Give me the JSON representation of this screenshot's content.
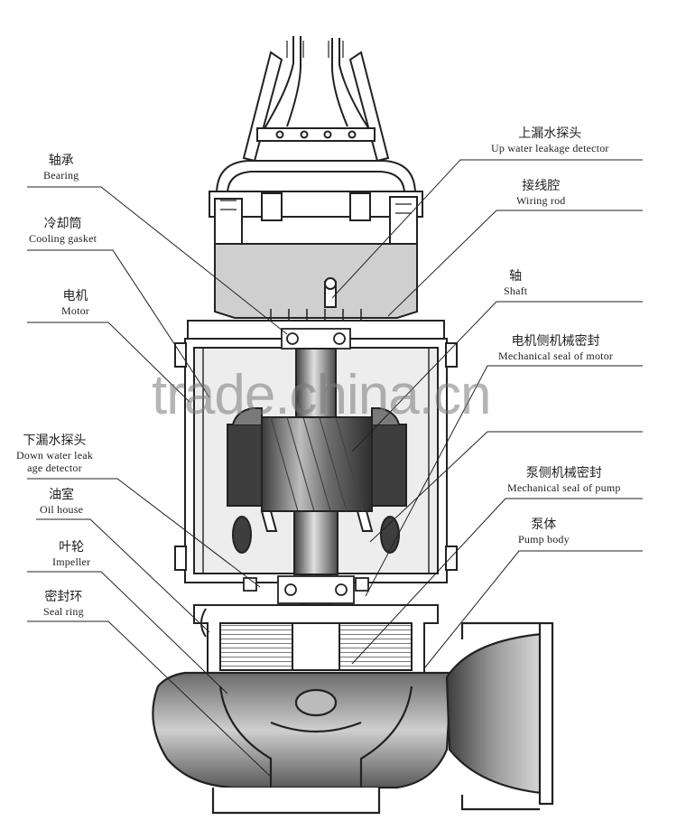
{
  "labels_left": [
    {
      "id": "bearing",
      "zh": "轴承",
      "en": "Bearing"
    },
    {
      "id": "cooling-gasket",
      "zh": "冷却筒",
      "en": "Cooling gasket"
    },
    {
      "id": "motor",
      "zh": "电机",
      "en": "Motor"
    },
    {
      "id": "down-water-leak",
      "zh": "下漏水探头",
      "en": "Down water leak",
      "en2": "age detector"
    },
    {
      "id": "oil-house",
      "zh": "油室",
      "en": "Oil house"
    },
    {
      "id": "impeller",
      "zh": "叶轮",
      "en": "Impeller"
    },
    {
      "id": "seal-ring",
      "zh": "密封环",
      "en": "Seal ring"
    }
  ],
  "labels_right": [
    {
      "id": "up-water-leak",
      "zh": "上漏水探头",
      "en": "Up water leakage detector"
    },
    {
      "id": "wiring-rod",
      "zh": "接线腔",
      "en": "Wiring rod"
    },
    {
      "id": "shaft",
      "zh": "轴",
      "en": "Shaft"
    },
    {
      "id": "mech-seal-motor",
      "zh": "电机侧机械密封",
      "en": "Mechanical seal of motor"
    },
    {
      "id": "mech-seal-pump",
      "zh": "泵侧机械密封",
      "en": "Mechanical seal of pump"
    },
    {
      "id": "pump-body",
      "zh": "泵体",
      "en": "Pump body"
    }
  ],
  "watermark": "trade.china.cn",
  "colors": {
    "line": "#222222",
    "fill_dark": "#555555",
    "fill_mid": "#8c8c8c",
    "fill_light": "#cfcfcf",
    "background": "#ffffff"
  }
}
